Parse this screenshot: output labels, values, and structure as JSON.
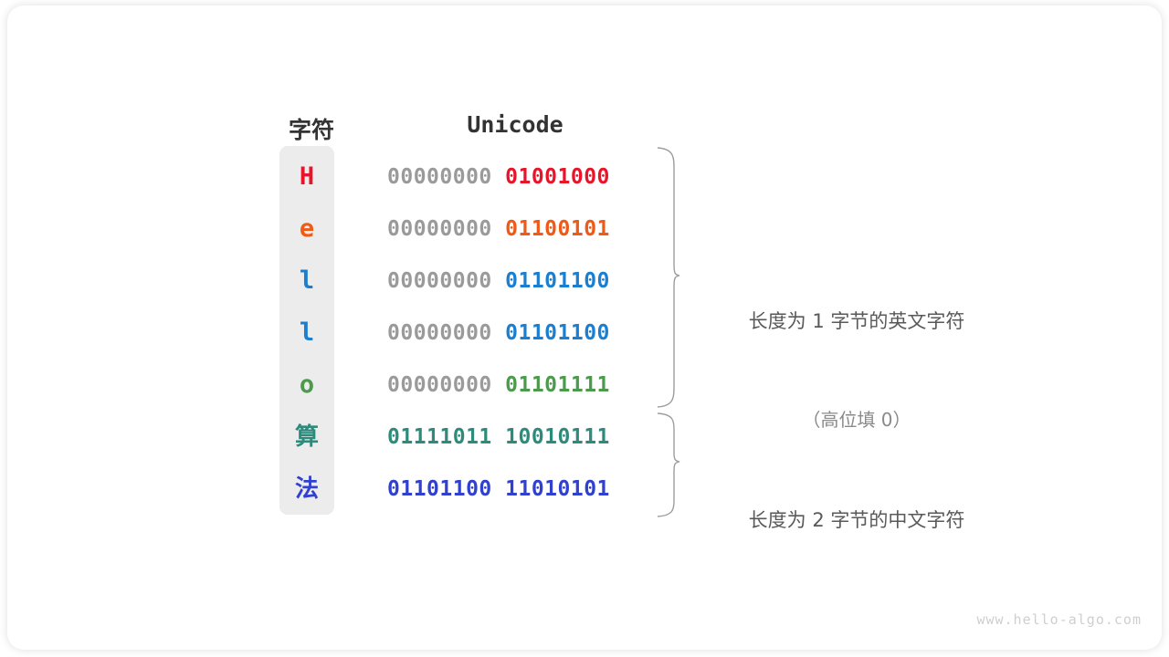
{
  "card": {
    "header": {
      "char_label": "字符",
      "unicode_label": "Unicode"
    },
    "rows": [
      {
        "char": "H",
        "color": "#e8152a",
        "high": "00000000 ",
        "low": "01001000",
        "cjk": false
      },
      {
        "char": "e",
        "color": "#ef5a16",
        "high": "00000000 ",
        "low": "01100101",
        "cjk": false
      },
      {
        "char": "l",
        "color": "#1b7fd1",
        "high": "00000000 ",
        "low": "01101100",
        "cjk": false
      },
      {
        "char": "l",
        "color": "#1b7fd1",
        "high": "00000000 ",
        "low": "01101100",
        "cjk": false
      },
      {
        "char": "o",
        "color": "#4c9a4c",
        "high": "00000000 ",
        "low": "01101111",
        "cjk": false
      },
      {
        "char": "算",
        "color": "#2e8b7c",
        "high": "",
        "low": "01111011 10010111",
        "cjk": true
      },
      {
        "char": "法",
        "color": "#3040cf",
        "high": "",
        "low": "01101100 11010101",
        "cjk": true
      }
    ],
    "annotations": [
      {
        "line1": "长度为 1 字节的英文字符",
        "line2": "（高位填 0）"
      },
      {
        "line1": "长度为 2 字节的中文字符",
        "line2": ""
      }
    ],
    "watermark": "www.hello-algo.com",
    "pill_color": "#ececec",
    "brace_color": "#9d9d9d"
  }
}
